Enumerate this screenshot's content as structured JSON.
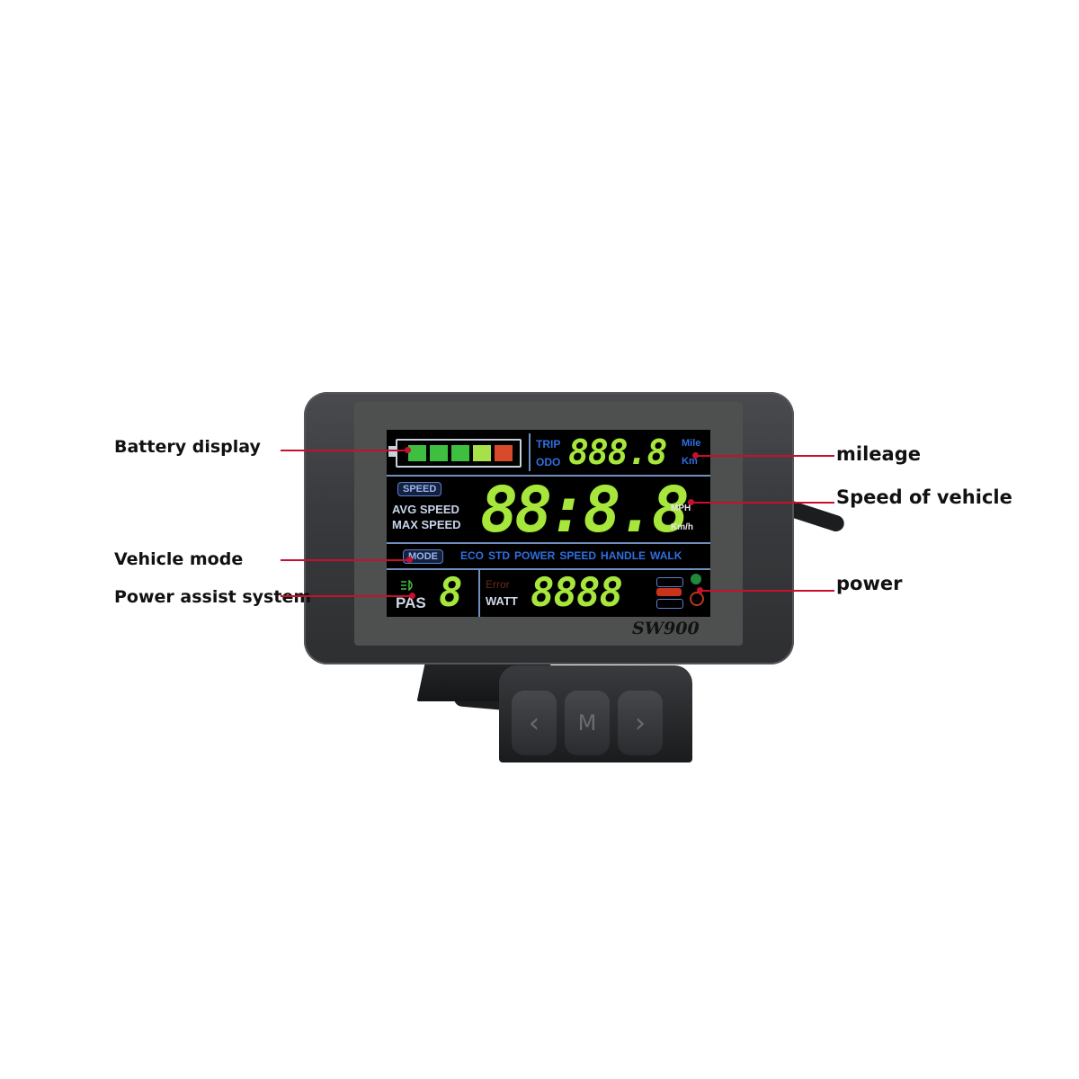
{
  "annotations": {
    "battery_display": "Battery display",
    "vehicle_mode": "Vehicle mode",
    "power_assist_system": "Power assist system",
    "mileage": "mileage",
    "speed_of_vehicle": "Speed of vehicle",
    "power": "power"
  },
  "display": {
    "brand": "SW900",
    "battery": {
      "level_cells": 5,
      "cell_colors": [
        "#3fbf3f",
        "#3fbf3f",
        "#3fbf3f",
        "#a8e04a",
        "#d94a2a"
      ]
    },
    "mileage": {
      "trip_label": "TRIP",
      "odo_label": "ODO",
      "value": "888.8",
      "unit_mile": "Mile",
      "unit_km": "Km"
    },
    "speed": {
      "speed_badge": "SPEED",
      "avg_label": "AVG SPEED",
      "max_label": "MAX SPEED",
      "value": "88:8.8",
      "unit_mph": "MPH",
      "unit_kmh": "Km/h"
    },
    "mode": {
      "badge": "MODE",
      "options": [
        "ECO",
        "STD",
        "POWER",
        "SPEED",
        "HANDLE",
        "WALK"
      ]
    },
    "pas": {
      "label": "PAS",
      "value": "8"
    },
    "power": {
      "error_label": "Error",
      "watt_label": "WATT",
      "value": "8888"
    }
  },
  "remote": {
    "left_icon": "chevron-left-icon",
    "middle_icon": "m-button-icon",
    "right_icon": "chevron-right-icon"
  }
}
